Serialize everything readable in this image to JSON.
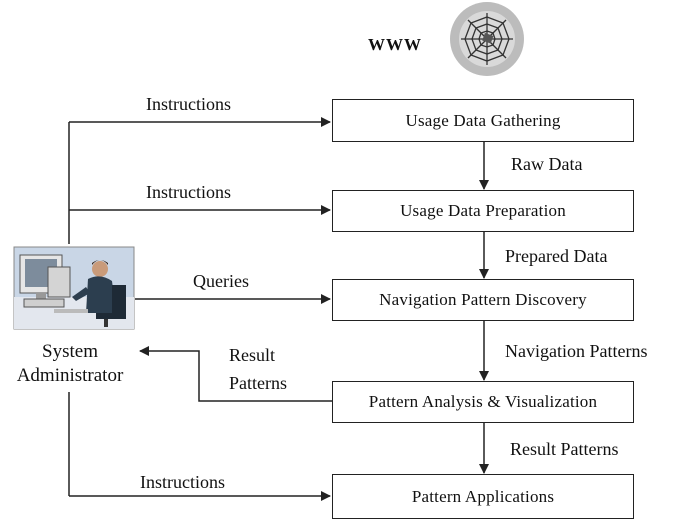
{
  "diagram": {
    "source_label": "WWW",
    "source_icon": "spider-web-globe-icon",
    "actor": {
      "icon": "computer-user-icon",
      "label_line1": "System",
      "label_line2": "Administrator"
    },
    "boxes": [
      "Usage Data Gathering",
      "Usage Data Preparation",
      "Navigation Pattern Discovery",
      "Pattern Analysis & Visualization",
      "Pattern Applications"
    ],
    "flow_labels": [
      "Raw Data",
      "Prepared Data",
      "Navigation Patterns",
      "Result Patterns"
    ],
    "admin_labels": {
      "instructions_1": "Instructions",
      "instructions_2": "Instructions",
      "queries": "Queries",
      "result_line1": "Result",
      "result_line2": "Patterns",
      "instructions_3": "Instructions"
    }
  }
}
